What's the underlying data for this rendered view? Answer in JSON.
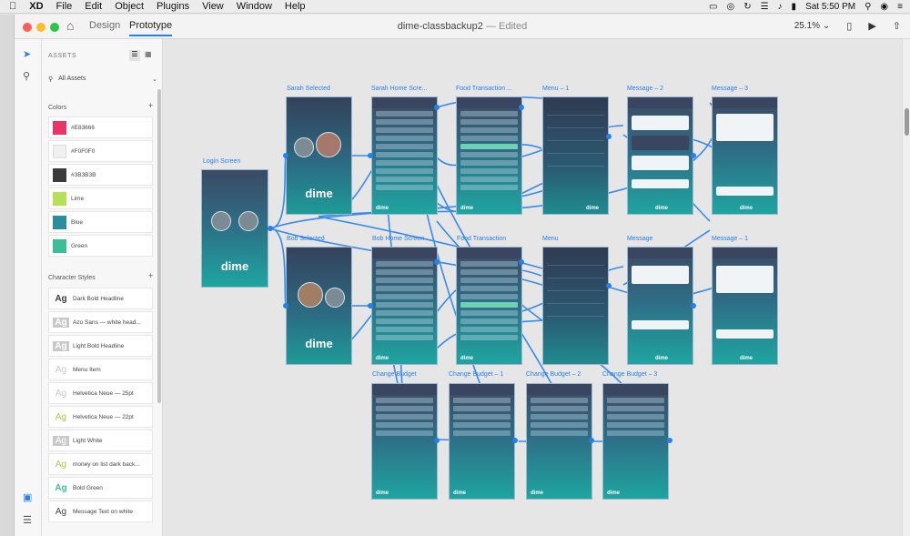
{
  "menubar": {
    "app": "XD",
    "items": [
      "File",
      "Edit",
      "Object",
      "Plugins",
      "View",
      "Window",
      "Help"
    ],
    "clock": "Sat 5:50 PM"
  },
  "titlebar": {
    "tab_design": "Design",
    "tab_prototype": "Prototype",
    "doc_name": "dime-classbackup2",
    "doc_status": "Edited",
    "zoom": "25.1%"
  },
  "assets": {
    "title": "ASSETS",
    "filter": "All Assets",
    "colors_title": "Colors",
    "colors": [
      {
        "name": "#E83666",
        "hex": "#E83666"
      },
      {
        "name": "#F0F0F0",
        "hex": "#F0F0F0"
      },
      {
        "name": "#3B3B3B",
        "hex": "#3B3B3B"
      },
      {
        "name": "Lime",
        "hex": "#B6E05A"
      },
      {
        "name": "Blue",
        "hex": "#2B8E9E"
      },
      {
        "name": "Green",
        "hex": "#3DBE96"
      }
    ],
    "char_title": "Character Styles",
    "char_styles": [
      {
        "name": "Dark Bold Headline",
        "glyph": "Ag",
        "color": "#3b3b3b",
        "bg": "#ffffff"
      },
      {
        "name": "Azo Sans — white head...",
        "glyph": "Ag",
        "color": "#ffffff",
        "bg": "#c9c9c9"
      },
      {
        "name": "Light Bold Headline",
        "glyph": "Ag",
        "color": "#ffffff",
        "bg": "#c9c9c9"
      },
      {
        "name": "Menu Item",
        "glyph": "Ag",
        "color": "#c7c7c7",
        "bg": "#ffffff"
      },
      {
        "name": "Helvetica Neue — 25pt",
        "glyph": "Ag",
        "color": "#c7c7c7",
        "bg": "#ffffff"
      },
      {
        "name": "Helvetica Neue — 22pt",
        "glyph": "Ag",
        "color": "#9dd24a",
        "bg": "#ffffff"
      },
      {
        "name": "Light White",
        "glyph": "Ag",
        "color": "#ffffff",
        "bg": "#c9c9c9"
      },
      {
        "name": "money on list dark back...",
        "glyph": "Ag",
        "color": "#9dd24a",
        "bg": "#ffffff"
      },
      {
        "name": "Bold Green",
        "glyph": "Ag",
        "color": "#3dbe96",
        "bg": "#ffffff"
      },
      {
        "name": "Message Text on white",
        "glyph": "Ag",
        "color": "#444444",
        "bg": "#ffffff"
      }
    ]
  },
  "artboards": {
    "login": "Login Screen",
    "sarah_selected": "Sarah Selected",
    "sarah_home": "Sarah Home Scre...",
    "food_transaction_1": "Food Transaction ...",
    "menu_1": "Menu – 1",
    "message_2": "Message – 2",
    "message_3": "Message – 3",
    "bob_selected": "Bob Selected",
    "bob_home": "Bob Home Screen",
    "food_transaction": "Food Transaction",
    "menu": "Menu",
    "message": "Message",
    "message_1": "Message – 1",
    "change_budget": "Change Budget",
    "change_budget_1": "Change Budget – 1",
    "change_budget_2": "Change Budget – 2",
    "change_budget_3": "Change Budget – 3"
  },
  "artboard_text": {
    "dime": "dime"
  }
}
